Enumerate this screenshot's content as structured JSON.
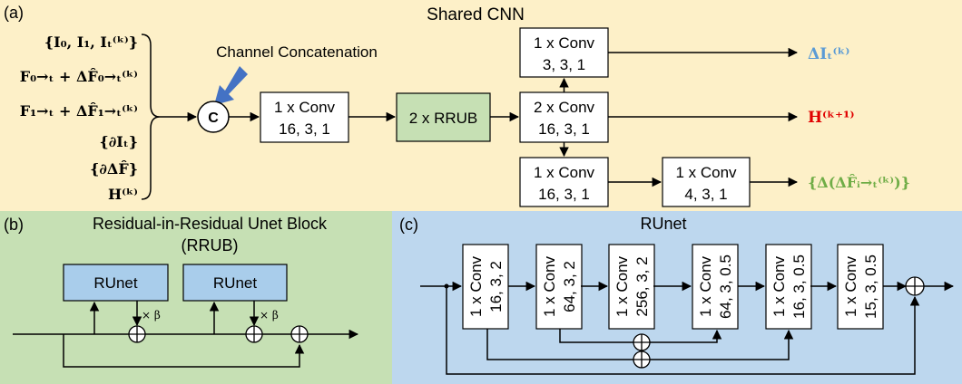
{
  "colors": {
    "panel_a_bg": "#fdf0c8",
    "panel_b_bg": "#c6e0b4",
    "panel_c_bg": "#bdd7ee",
    "rrub_fill": "#c6e0b4",
    "runet_fill": "#a9cdeb",
    "arrow_blue": "#4472c4",
    "out_delta_i": "#5b9bd5",
    "out_h": "#e00000",
    "out_delta_f": "#70ad47",
    "line": "#000000"
  },
  "panel_a": {
    "label": "(a)",
    "title": "Shared CNN",
    "inputs": {
      "i_set": "{I₀, I₁, Iₜ⁽ᵏ⁾}",
      "f0": "F₀→ₜ + ΔF̂₀→ₜ⁽ᵏ⁾",
      "f1": "F₁→ₜ + ΔF̂₁→ₜ⁽ᵏ⁾",
      "dI": "{∂Iₜ}",
      "dF": "{∂ΔF̂}",
      "h": "H⁽ᵏ⁾"
    },
    "concat_label": "Channel Concatenation",
    "concat_symbol": "C",
    "conv1": {
      "line1": "1 x Conv",
      "line2": "16, 3, 1"
    },
    "rrub": {
      "label": "2 x RRUB"
    },
    "conv_mid": {
      "line1": "2 x Conv",
      "line2": "16, 3, 1"
    },
    "conv_top": {
      "line1": "1 x Conv",
      "line2": "3, 3, 1"
    },
    "conv_bot1": {
      "line1": "1 x Conv",
      "line2": "16, 3, 1"
    },
    "conv_bot2": {
      "line1": "1 x Conv",
      "line2": "4, 3, 1"
    },
    "out_delta_i": "ΔIₜ⁽ᵏ⁾",
    "out_h": "H⁽ᵏ⁺¹⁾",
    "out_delta_f": "{Δ(ΔF̂ᵢ→ₜ⁽ᵏ⁾)}"
  },
  "panel_b": {
    "label": "(b)",
    "title_line1": "Residual-in-Residual Unet Block",
    "title_line2": "(RRUB)",
    "runet1": "RUnet",
    "runet2": "RUnet",
    "scale1": "× β",
    "scale2": "× β"
  },
  "panel_c": {
    "label": "(c)",
    "title": "RUnet",
    "blocks": [
      {
        "line1": "1 x Conv",
        "line2": "16, 3, 2"
      },
      {
        "line1": "1 x Conv",
        "line2": "64, 3, 2"
      },
      {
        "line1": "1 x Conv",
        "line2": "256, 3, 2"
      },
      {
        "line1": "1 x Conv",
        "line2": "64, 3, 0.5"
      },
      {
        "line1": "1 x Conv",
        "line2": "16, 3, 0.5"
      },
      {
        "line1": "1 x Conv",
        "line2": "15, 3, 0.5"
      }
    ]
  }
}
